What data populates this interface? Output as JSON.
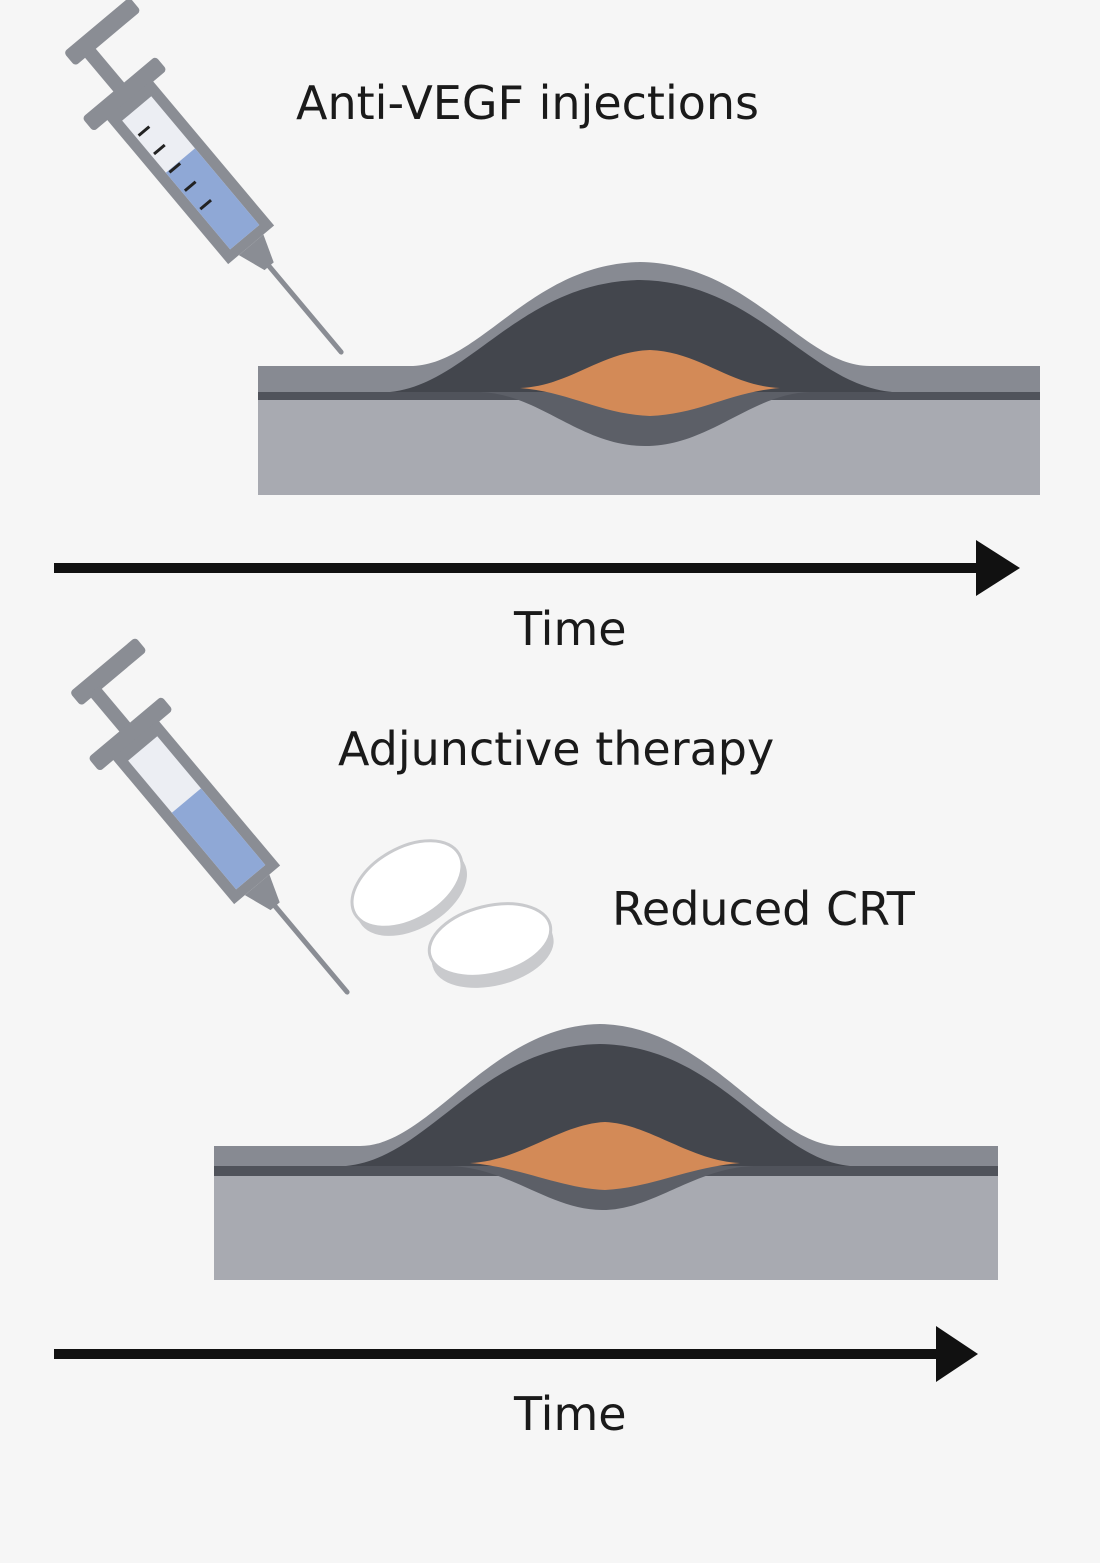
{
  "colors": {
    "background": "#f6f6f6",
    "tissue_base": "#a8aab1",
    "tissue_layer": "#8c8f97",
    "tissue_line": "#50535b",
    "edema_dark": "#43464d",
    "bulge_shell": "#878a92",
    "fluid_orange": "#d38a57",
    "syringe_metal": "#8a8d94",
    "syringe_fluid": "#8fa8d6",
    "arrow": "#111111",
    "tablet": "#ffffff",
    "tablet_edge": "#c9cacd"
  },
  "icons": {
    "syringe_top": "syringe-icon",
    "syringe_bottom": "syringe-icon",
    "tablets": "tablet-pills-icon",
    "timeline": "arrow-right-icon"
  },
  "panel_top": {
    "title": "Anti-VEGF injections",
    "axis_label": "Time"
  },
  "panel_bottom": {
    "title": "Adjunctive therapy",
    "note": "Reduced CRT",
    "axis_label": "Time"
  }
}
